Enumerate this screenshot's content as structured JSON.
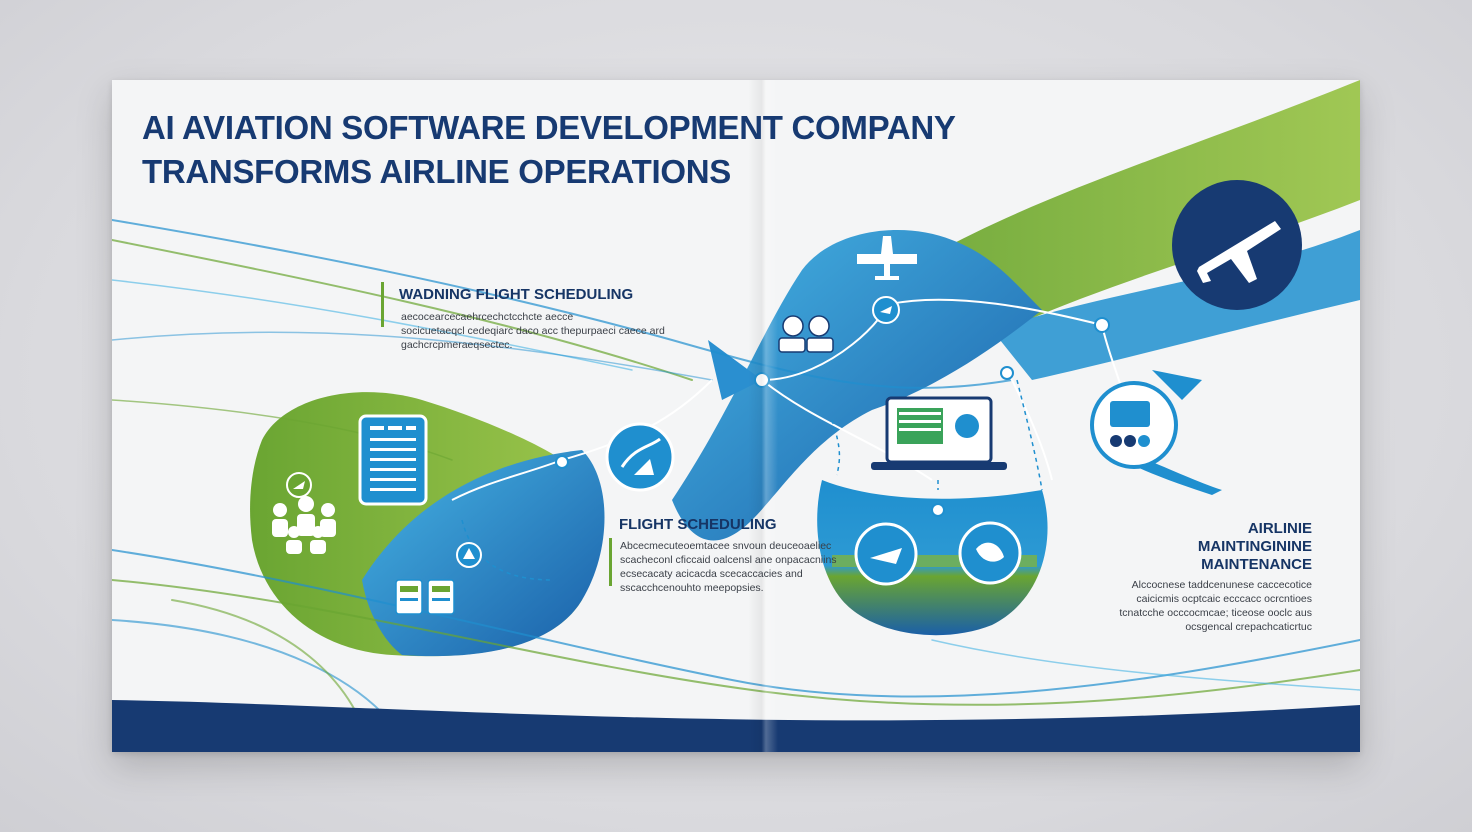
{
  "headline": {
    "line1": "AI AVIATION SOFTWARE DEVELOPMENT COMPANY",
    "line2": "TRANSFORMS AIRLINE OPERATIONS"
  },
  "sections": {
    "top": {
      "title": "WADNING FLIGHT SCHEDULING",
      "body": [
        "aecocearcecaehrcechctcchcte aecce",
        "socicuetaeqcl cedeqiarc daco acc thepurpaeci caece ard",
        "gachcrcpmeraeqsectec."
      ]
    },
    "middle": {
      "title": "FLIGHT SCHEDULING",
      "body": [
        "Abcecmecuteoemtacee  snvoun deuceoaeliec",
        "scacheconl cficcaid oalcensl ane onpacacniins",
        "ecsecacaty acicacda scecaccacies and",
        "sscacchcenouhto meepopsies."
      ]
    },
    "right": {
      "title": [
        "AIRLINIE",
        "MAINTINGININE",
        "MAINTENANCE"
      ],
      "body": [
        "Alccocnese taddcenunese caccecotice",
        "caicicmis ocptcaic ecccacc ocrcntioes",
        "tcnatcche occcocmcae; ticeose ooclc aus",
        "ocsgencal crepachcaticrtuc"
      ]
    }
  },
  "icons": [
    "people-group-icon",
    "schedule-tablet-icon",
    "plane-badge-icon",
    "pilots-icon",
    "airplane-icon",
    "globe-route-icon",
    "laptop-dashboard-icon",
    "maintenance-monitor-icon",
    "airplane-circle-icon",
    "weather-icon",
    "dashboard-icon",
    "navigation-icon"
  ],
  "colors": {
    "navy": "#173a72",
    "blue": "#1f8fcf",
    "cyan": "#46b4e4",
    "green": "#77ad3a",
    "paper": "#f4f5f6"
  }
}
